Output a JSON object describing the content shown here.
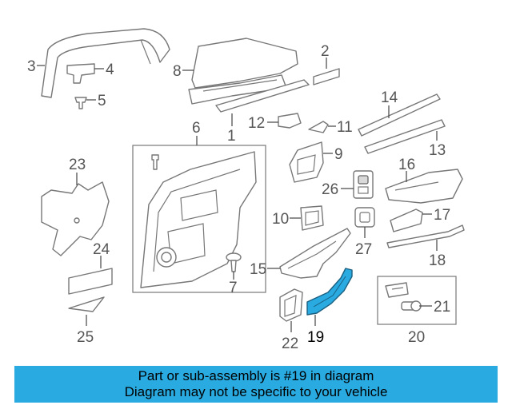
{
  "callouts": {
    "c1": "1",
    "c2": "2",
    "c3": "3",
    "c4": "4",
    "c5": "5",
    "c6": "6",
    "c7": "7",
    "c8": "8",
    "c9": "9",
    "c10": "10",
    "c11": "11",
    "c12": "12",
    "c13": "13",
    "c14": "14",
    "c15": "15",
    "c16": "16",
    "c17": "17",
    "c18": "18",
    "c19": "19",
    "c20": "20",
    "c21": "21",
    "c22": "22",
    "c23": "23",
    "c24": "24",
    "c25": "25",
    "c26": "26",
    "c27": "27"
  },
  "highlight": {
    "part": "19",
    "color": "#29abe2"
  },
  "banner": {
    "line1": "Part or sub-assembly is #19 in diagram",
    "line2": "Diagram may not be specific to your vehicle",
    "background": "#29abe2"
  }
}
